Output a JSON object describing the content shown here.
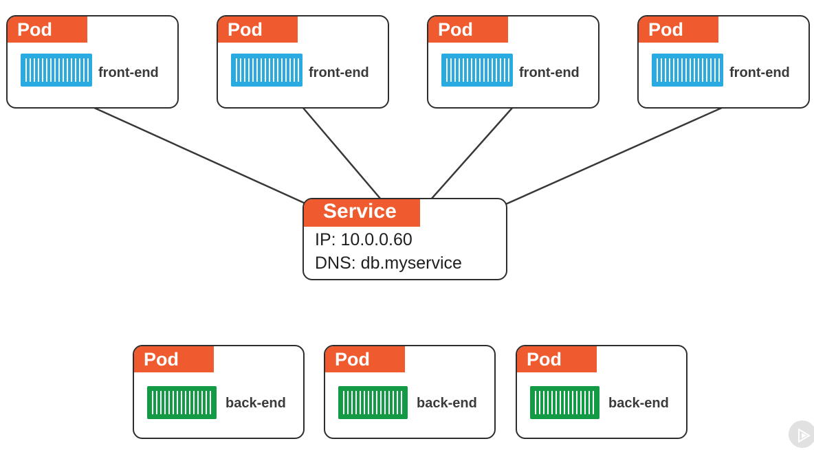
{
  "colors": {
    "tag": "#ef5a2e",
    "tag_text": "#ffffff",
    "border": "#2d2d2d",
    "connector": "#383838",
    "frontend_container": "#29abe2",
    "backend_container": "#139a45"
  },
  "frontend_pods": [
    {
      "tag": "Pod",
      "label": "front-end",
      "icon": "shipping-container-icon"
    },
    {
      "tag": "Pod",
      "label": "front-end",
      "icon": "shipping-container-icon"
    },
    {
      "tag": "Pod",
      "label": "front-end",
      "icon": "shipping-container-icon"
    },
    {
      "tag": "Pod",
      "label": "front-end",
      "icon": "shipping-container-icon"
    }
  ],
  "service": {
    "tag": "Service",
    "ip": "IP: 10.0.0.60",
    "dns": "DNS: db.myservice"
  },
  "backend_pods": [
    {
      "tag": "Pod",
      "label": "back-end",
      "icon": "shipping-container-icon"
    },
    {
      "tag": "Pod",
      "label": "back-end",
      "icon": "shipping-container-icon"
    },
    {
      "tag": "Pod",
      "label": "back-end",
      "icon": "shipping-container-icon"
    }
  ],
  "watermark": {
    "icon": "play-logo-icon"
  }
}
